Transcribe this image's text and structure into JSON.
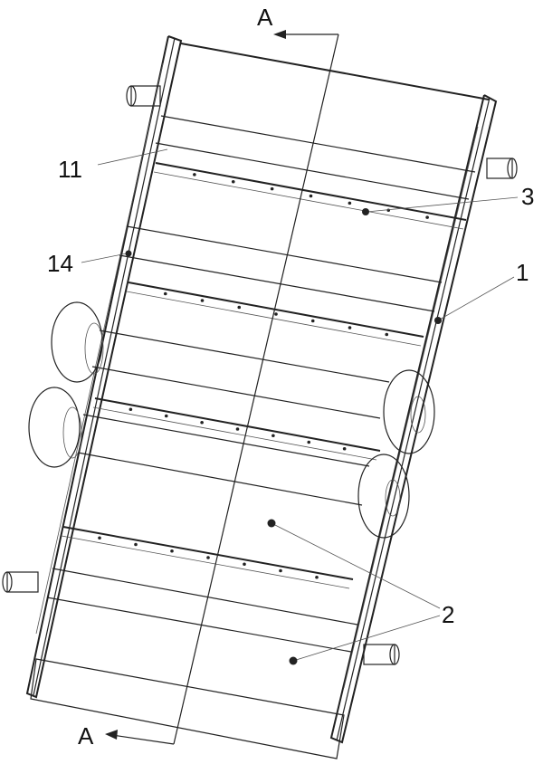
{
  "figure": {
    "section_top": "A",
    "section_bottom": "A",
    "callouts": [
      {
        "id": "callout-11",
        "text": "11"
      },
      {
        "id": "callout-14",
        "text": "14"
      },
      {
        "id": "callout-3",
        "text": "3"
      },
      {
        "id": "callout-1",
        "text": "1"
      },
      {
        "id": "callout-2",
        "text": "2"
      }
    ]
  }
}
